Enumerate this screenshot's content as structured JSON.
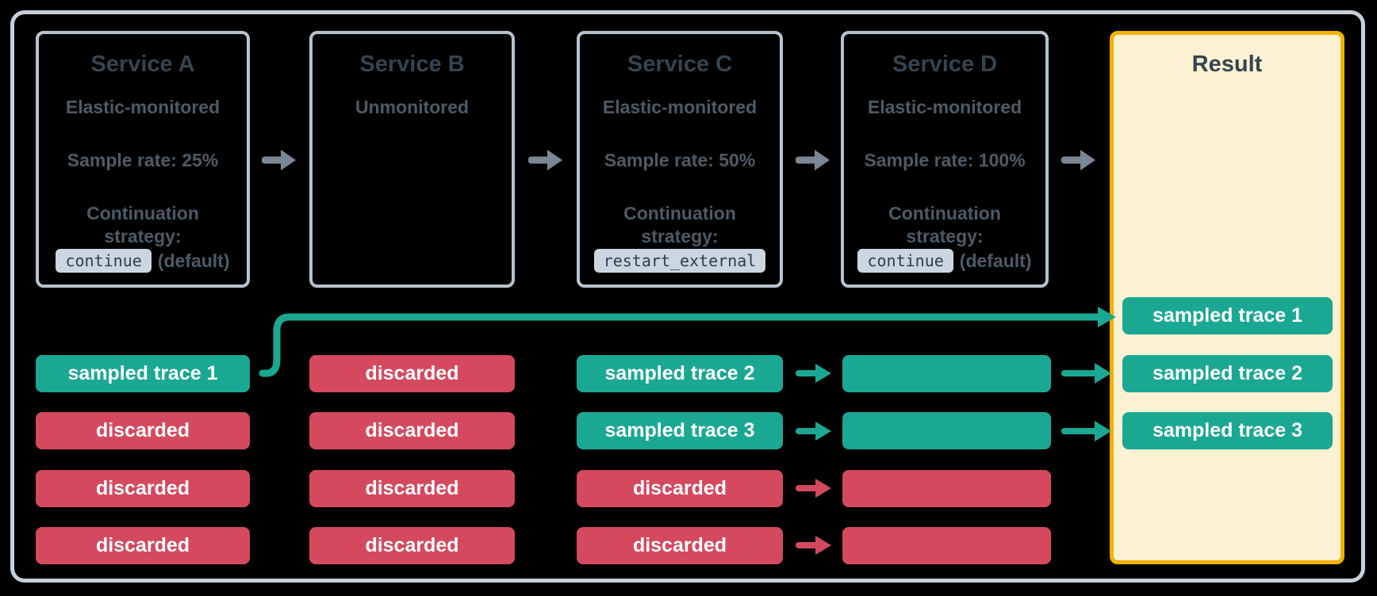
{
  "services": [
    {
      "title": "Service A",
      "monitoring": "Elastic-monitored",
      "sample_rate": "Sample rate: 25%",
      "continuation_line1": "Continuation",
      "continuation_line2": "strategy:",
      "badge": "continue",
      "badge_suffix": "(default)",
      "traces": [
        {
          "label": "sampled trace 1",
          "status": "sampled"
        },
        {
          "label": "discarded",
          "status": "discarded"
        },
        {
          "label": "discarded",
          "status": "discarded"
        },
        {
          "label": "discarded",
          "status": "discarded"
        }
      ]
    },
    {
      "title": "Service B",
      "monitoring": "Unmonitored",
      "traces": [
        {
          "label": "discarded",
          "status": "discarded"
        },
        {
          "label": "discarded",
          "status": "discarded"
        },
        {
          "label": "discarded",
          "status": "discarded"
        },
        {
          "label": "discarded",
          "status": "discarded"
        }
      ]
    },
    {
      "title": "Service C",
      "monitoring": "Elastic-monitored",
      "sample_rate": "Sample rate: 50%",
      "continuation_line1": "Continuation",
      "continuation_line2": "strategy:",
      "badge": "restart_external",
      "traces": [
        {
          "label": "sampled trace 2",
          "status": "sampled"
        },
        {
          "label": "sampled trace 3",
          "status": "sampled"
        },
        {
          "label": "discarded",
          "status": "discarded"
        },
        {
          "label": "discarded",
          "status": "discarded"
        }
      ]
    },
    {
      "title": "Service D",
      "monitoring": "Elastic-monitored",
      "sample_rate": "Sample rate: 100%",
      "continuation_line1": "Continuation",
      "continuation_line2": "strategy:",
      "badge": "continue",
      "badge_suffix": "(default)",
      "traces": [
        {
          "label": "",
          "status": "sampled"
        },
        {
          "label": "",
          "status": "sampled"
        },
        {
          "label": "",
          "status": "discarded"
        },
        {
          "label": "",
          "status": "discarded"
        }
      ]
    }
  ],
  "result": {
    "title": "Result",
    "traces": [
      {
        "label": "sampled trace 1",
        "status": "sampled"
      },
      {
        "label": "sampled trace 2",
        "status": "sampled"
      },
      {
        "label": "sampled trace 3",
        "status": "sampled"
      }
    ]
  },
  "colors": {
    "sampled_teal": "#1BA892",
    "discarded_red": "#D4495E",
    "flow_arrow_gray": "#7B8794",
    "service_box_border": "#B6C3CF",
    "outer_frame_border": "#C6D0DA",
    "result_border": "#F5B100",
    "result_background": "#FBF1D3",
    "title_text": "#35444F",
    "body_text": "#4D5B66",
    "badge_background": "#CBD6E1",
    "badge_text": "#2F3E4A",
    "pill_text": "#FFFFFF"
  }
}
